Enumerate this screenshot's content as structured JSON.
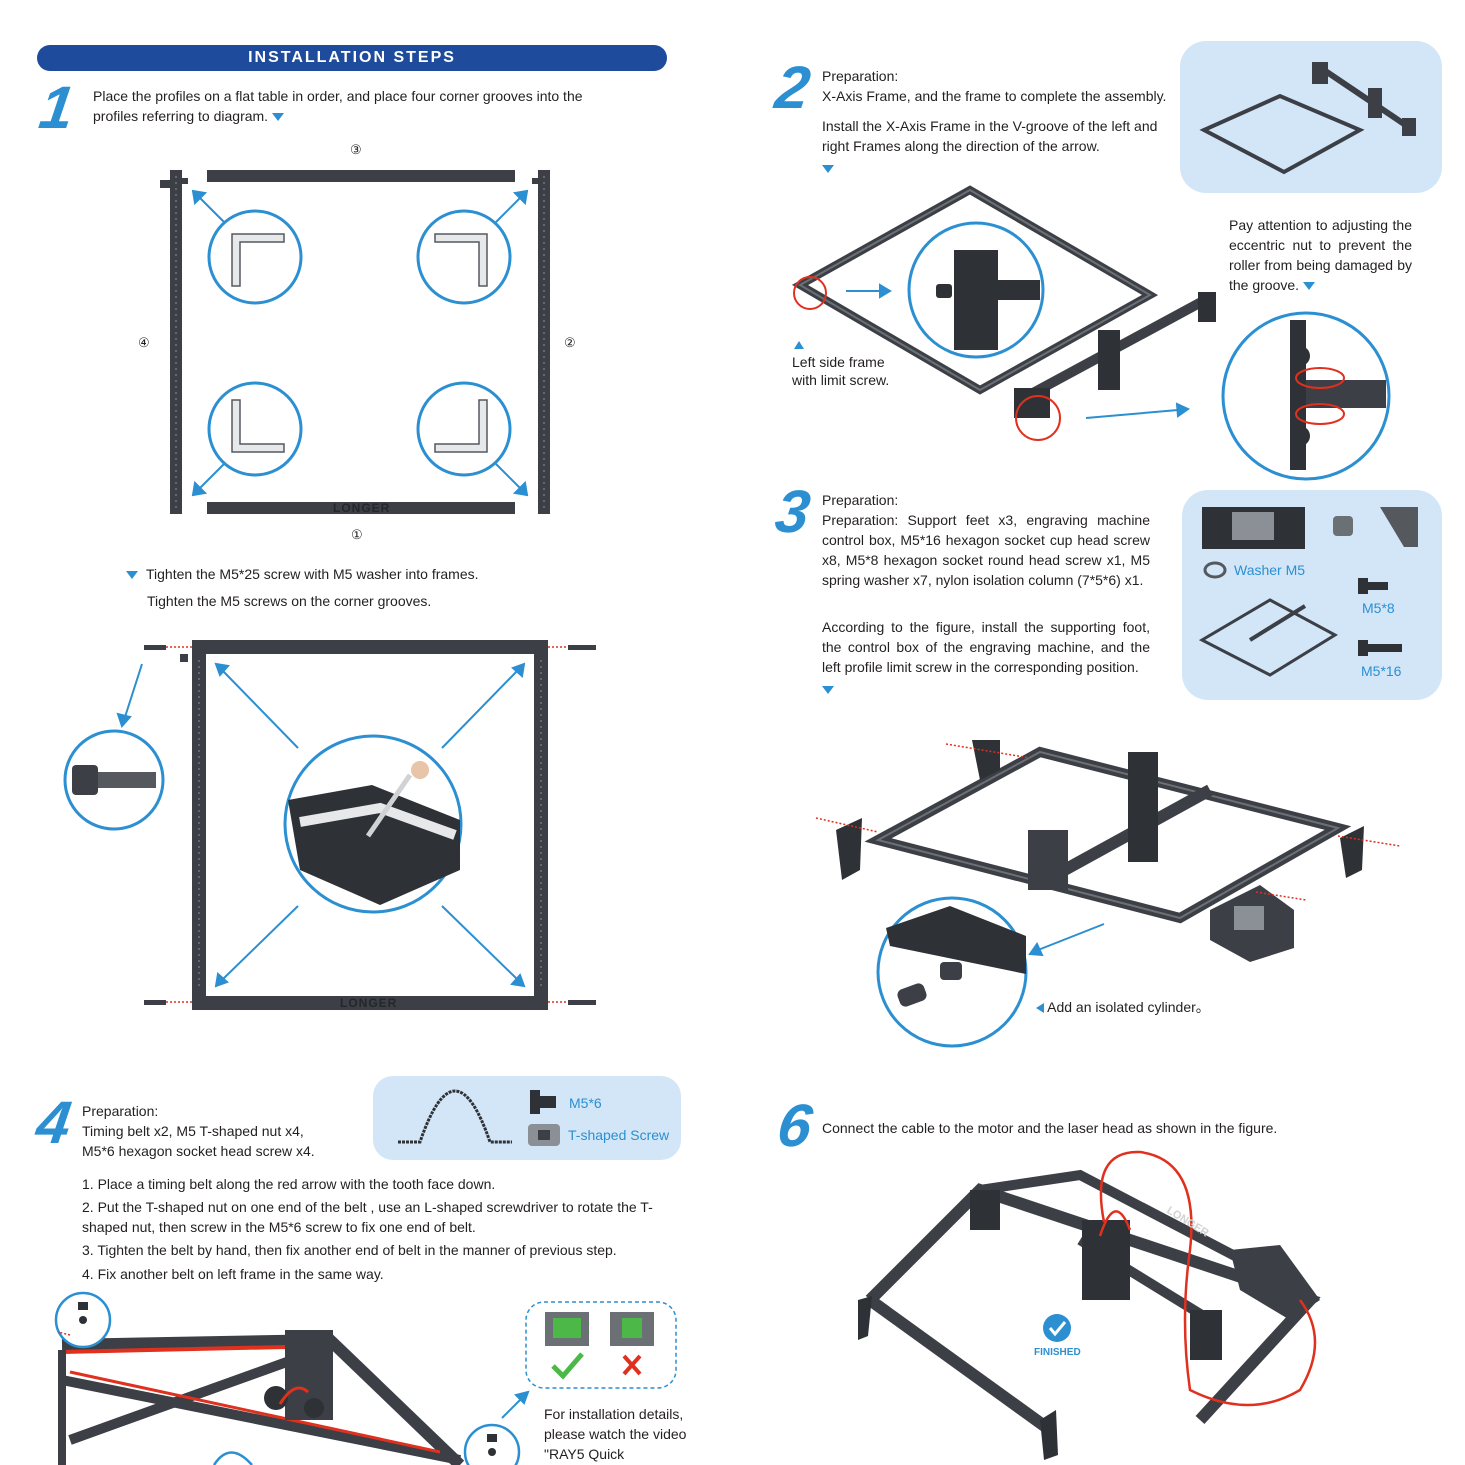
{
  "header": {
    "title": "INSTALLATION STEPS"
  },
  "step1": {
    "number": "1",
    "text": "Place the profiles on a flat table in order, and place four corner grooves into the profiles referring to diagram.",
    "labels": [
      "③",
      "④",
      "②",
      "①"
    ],
    "brand": "LONGER",
    "tighten1": "Tighten the M5*25 screw with M5 washer into frames.",
    "tighten2": "Tighten the M5 screws on the corner grooves.",
    "brand2": "LONGER"
  },
  "step2": {
    "number": "2",
    "prep_label": "Preparation:",
    "prep_text": "X-Axis Frame, and the frame to complete the assembly.",
    "instr": "Install the X-Axis Frame in the V-groove of the left and right Frames along the direction of the arrow.",
    "note": "Pay attention to adjusting the eccentric nut to prevent the roller from being damaged by the groove.",
    "left_frame": "Left side frame with limit screw."
  },
  "step3": {
    "number": "3",
    "prep_label": "Preparation:",
    "prep_text": "Preparation: Support feet x3, engraving machine control box, M5*16 hexagon socket cup head screw x8, M5*8 hexagon socket round head screw x1, M5 spring washer x7, nylon isolation column (7*5*6) x1.",
    "instr": "According to the figure, install the supporting foot, the control box of the engraving machine, and the left profile limit screw in the corresponding position.",
    "washer": "Washer M5",
    "m5x8": "M5*8",
    "m5x16": "M5*16",
    "cylinder": "Add an isolated cylinder。"
  },
  "step4": {
    "number": "4",
    "prep_label": "Preparation:",
    "prep_lines": [
      "Timing belt x2, M5 T-shaped nut x4,",
      "M5*6 hexagon socket head screw x4."
    ],
    "m5x6": "M5*6",
    "tnut": "T-shaped Screw",
    "items": [
      "1. Place a timing belt along the red arrow with the tooth face down.",
      "2. Put the T-shaped nut on one end of the belt , use an L-shaped screwdriver to rotate the T-shaped nut, then screw in the M5*6 screw to fix one end of belt.",
      "3. Tighten the belt by hand, then fix another end of belt in the manner of previous step.",
      "4. Fix another belt on left frame in the same way."
    ],
    "details": "For installation details, please watch the video \"RAY5 Quick"
  },
  "step6": {
    "number": "6",
    "text": "Connect the cable to the motor and the laser head as shown in the figure.",
    "finished": "FINISHED",
    "brand": "LONGER"
  },
  "colors": {
    "accent": "#2b8fd1",
    "header": "#1e4b9b",
    "box": "#d3e6f8",
    "red": "#e0301e",
    "frame": "#3c4046"
  }
}
